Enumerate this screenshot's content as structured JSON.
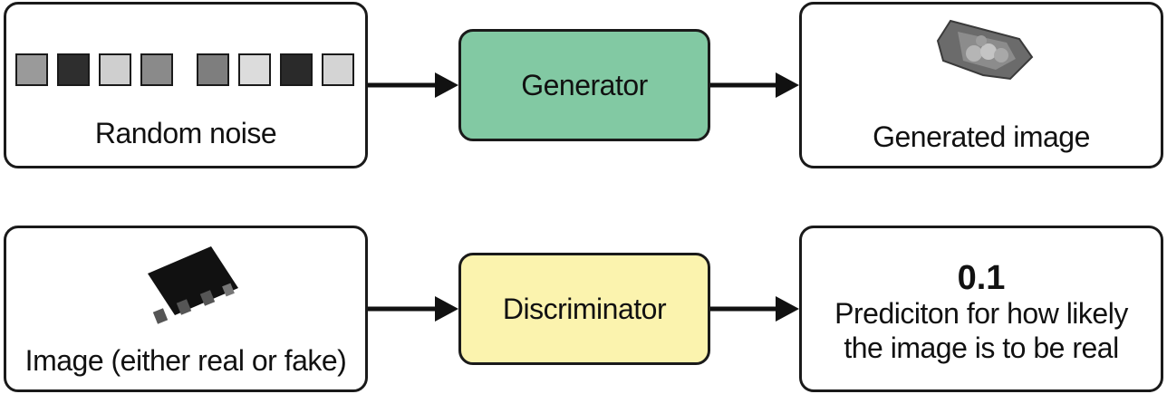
{
  "nodes": {
    "noise": {
      "label": "Random noise",
      "swatches": [
        "#9a9a9a",
        "#2e2e2e",
        "#cfcfcf",
        "#8a8a8a",
        "#7e7e7e",
        "#dcdcdc",
        "#2a2a2a",
        "#d4d4d4"
      ]
    },
    "generator": {
      "label": "Generator",
      "fill": "#82c9a3"
    },
    "generated_image": {
      "label": "Generated image"
    },
    "image": {
      "label": "Image (either real or fake)"
    },
    "discriminator": {
      "label": "Discriminator",
      "fill": "#fbf3ae"
    },
    "prediction": {
      "value": "0.1",
      "line1": "Prediciton for how likely",
      "line2": "the image is to be real"
    }
  }
}
